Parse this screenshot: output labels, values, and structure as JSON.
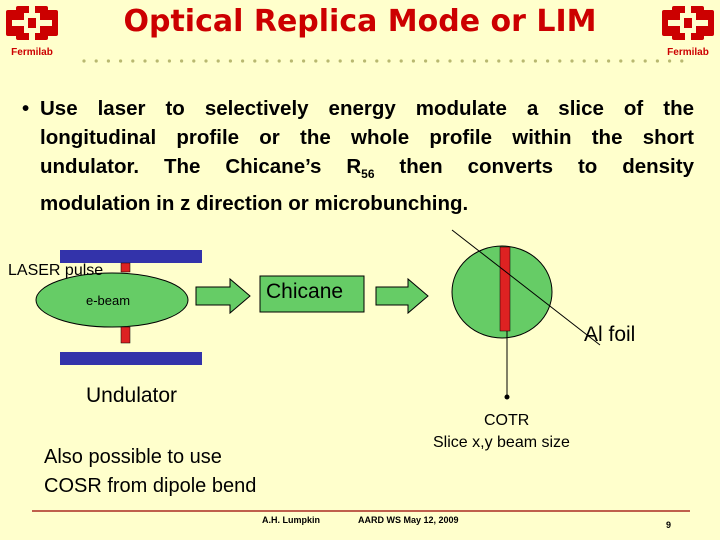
{
  "title": "Optical Replica Mode or LIM",
  "logos": {
    "left_label": "Fermilab",
    "right_label": "Fermilab"
  },
  "bullet": {
    "dot": "•",
    "line1": "Use laser to selectively energy modulate a slice of the",
    "line2": "longitudinal profile or the whole profile within the short",
    "line3_pre": "undulator. The Chicane’s R",
    "line3_sub": "56",
    "line3_post": " then converts to density",
    "line4": "modulation in z direction or microbunching."
  },
  "diagram": {
    "laser_pulse": "LASER pulse",
    "ebeam": "e-beam",
    "chicane": "Chicane",
    "al_foil": "Al foil",
    "undulator": "Undulator",
    "cotr_line1": "COTR",
    "cotr_line2": "Slice x,y beam size",
    "cosr_line1": "Also possible to use",
    "cosr_line2": "COSR from dipole bend",
    "colors": {
      "ellipse": "#66cc66",
      "marker": "#dd2222",
      "arrow": "#66cc66",
      "magnet": "#3333aa"
    }
  },
  "footer": {
    "author": "A.H. Lumpkin",
    "event": "AARD WS  May 12,  2009",
    "page": "9"
  }
}
